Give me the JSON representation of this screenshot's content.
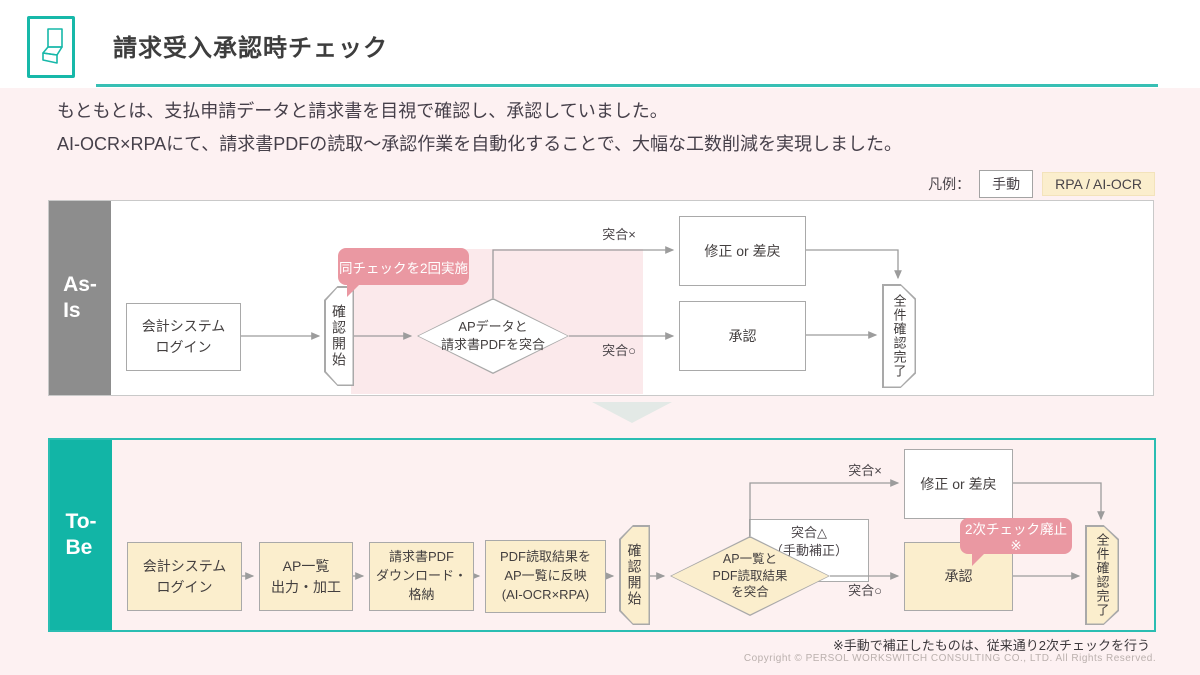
{
  "header": {
    "title": "請求受入承認時チェック"
  },
  "intro": {
    "line1": "もともとは、支払申請データと請求書を目視で確認し、承認していました。",
    "line2": "AI-OCR×RPAにて、請求書PDFの読取〜承認作業を自動化することで、大幅な工数削減を実現しました。"
  },
  "legend": {
    "label": "凡例：",
    "manual": "手動",
    "automated": "RPA / AI-OCR"
  },
  "colors": {
    "teal": "#12b5a6",
    "gray_band": "#8d8d8d",
    "cream": "#fbeecd",
    "pink_highlight": "#fbe9eb",
    "callout_pink": "#ea98a2",
    "page_background": "#fdf1f2"
  },
  "asis": {
    "label": "As-\nIs",
    "callout": "同チェックを2回実施",
    "nodes": {
      "login": "会計システム\nログイン",
      "start": "確認開始",
      "decision": "APデータと\n請求書PDFを突合",
      "fix": "修正 or 差戻",
      "approve": "承認",
      "done": "全件確認完了"
    },
    "branches": {
      "ng": "突合×",
      "ok": "突合○"
    }
  },
  "tobe": {
    "label": "To-\nBe",
    "callout": "2次チェック廃止※",
    "nodes": {
      "login": "会計システム\nログイン",
      "ap_list": "AP一覧\n出力・加工",
      "pdf_dl": "請求書PDF\nダウンロード・格納",
      "reflect": "PDF読取結果を\nAP一覧に反映\n(AI-OCR×RPA)",
      "start": "確認開始",
      "decision": "AP一覧と\nPDF読取結果\nを突合",
      "fix": "修正 or 差戻",
      "approve": "承認",
      "done": "全件確認完了"
    },
    "branches": {
      "ng": "突合×",
      "partial": "突合△\n（手動補正）",
      "ok": "突合○"
    }
  },
  "footer": {
    "note": "※手動で補正したものは、従来通り2次チェックを行う",
    "copyright": "Copyright © PERSOL WORKSWITCH CONSULTING CO., LTD. All Rights Reserved."
  }
}
